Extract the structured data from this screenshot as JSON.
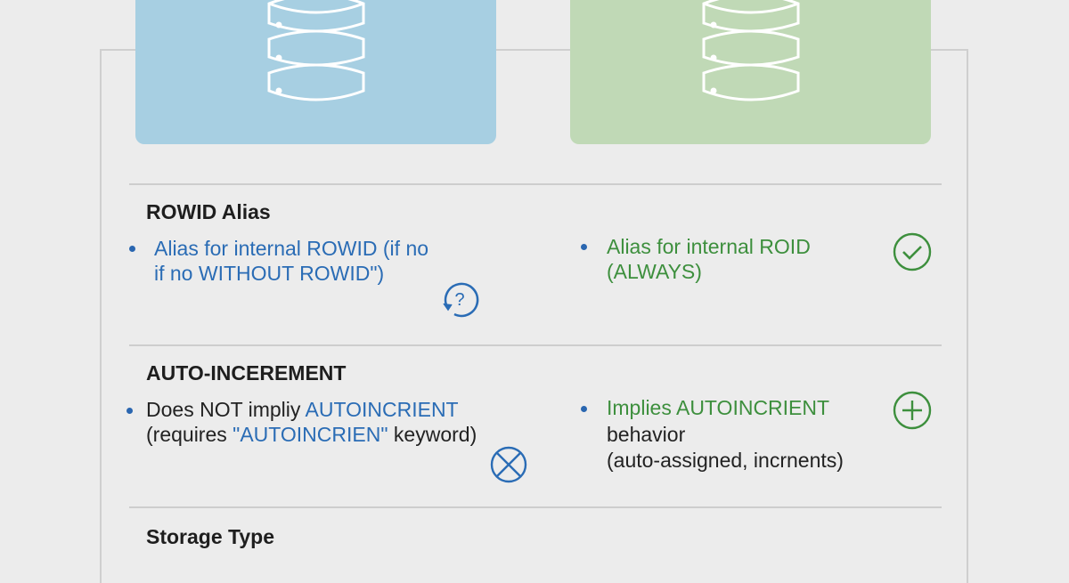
{
  "colors": {
    "background": "#ececec",
    "left_card": "#a7cfe2",
    "right_card": "#c0d9b6",
    "blue_text": "#2a6cb5",
    "green_text": "#3d8f3d",
    "dark_text": "#222222"
  },
  "cards": {
    "left": {
      "icon": "database-icon"
    },
    "right": {
      "icon": "database-icon"
    }
  },
  "sections": [
    {
      "title": "ROWID Alias",
      "left": {
        "lines": [
          "Alias for internal ROWID (if no",
          "if no WITHOUT ROWID\")"
        ],
        "icon": "question-refresh-icon"
      },
      "right": {
        "lines": [
          "Alias for internal ROID",
          "(ALWAYS)"
        ],
        "icon": "check-circle-icon"
      }
    },
    {
      "title": "AUTO-INCEREMENT",
      "left": {
        "line1_plain": "Does NOT impliy ",
        "line1_highlight": "AUTOINCRIENT",
        "line2_plain_start": "(requires ",
        "line2_highlight": "\"AUTOINCRIEN\"",
        "line2_plain_end": " keyword)",
        "icon": "x-circle-icon"
      },
      "right": {
        "line1_highlight": "Implies AUTOINCRIENT",
        "line2": "behavior",
        "line3": "(auto-assigned, incrnents)",
        "icon": "plus-circle-icon"
      }
    },
    {
      "title": "Storage Type"
    }
  ]
}
